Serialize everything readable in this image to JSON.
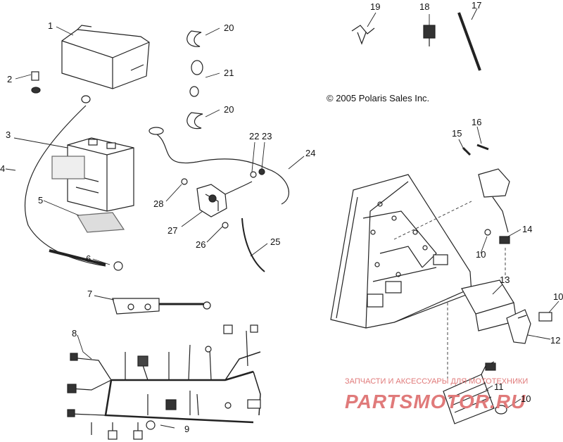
{
  "copyright": "© 2005 Polaris Sales Inc.",
  "watermark": {
    "line1": "ЗАПЧАСТИ И АКСЕССУАРЫ ДЛЯ МОТОТЕХНИКИ",
    "line2": "PARTSMOTOR.RU",
    "color": "#e07a7a"
  },
  "callouts": [
    {
      "id": "c1",
      "label": "1"
    },
    {
      "id": "c2",
      "label": "2"
    },
    {
      "id": "c3",
      "label": "3"
    },
    {
      "id": "c4",
      "label": "4"
    },
    {
      "id": "c5",
      "label": "5"
    },
    {
      "id": "c6",
      "label": "6"
    },
    {
      "id": "c7",
      "label": "7"
    },
    {
      "id": "c8",
      "label": "8"
    },
    {
      "id": "c9",
      "label": "9"
    },
    {
      "id": "c10a",
      "label": "10"
    },
    {
      "id": "c10b",
      "label": "10"
    },
    {
      "id": "c10c",
      "label": "10"
    },
    {
      "id": "c11",
      "label": "11"
    },
    {
      "id": "c12",
      "label": "12"
    },
    {
      "id": "c13",
      "label": "13"
    },
    {
      "id": "c14",
      "label": "14"
    },
    {
      "id": "c15",
      "label": "15"
    },
    {
      "id": "c16",
      "label": "16"
    },
    {
      "id": "c17",
      "label": "17"
    },
    {
      "id": "c18",
      "label": "18"
    },
    {
      "id": "c19",
      "label": "19"
    },
    {
      "id": "c20a",
      "label": "20"
    },
    {
      "id": "c20b",
      "label": "20"
    },
    {
      "id": "c21",
      "label": "21"
    },
    {
      "id": "c22",
      "label": "22"
    },
    {
      "id": "c23",
      "label": "23"
    },
    {
      "id": "c24",
      "label": "24"
    },
    {
      "id": "c25",
      "label": "25"
    },
    {
      "id": "c26",
      "label": "26"
    },
    {
      "id": "c27",
      "label": "27"
    },
    {
      "id": "c28",
      "label": "28"
    }
  ]
}
